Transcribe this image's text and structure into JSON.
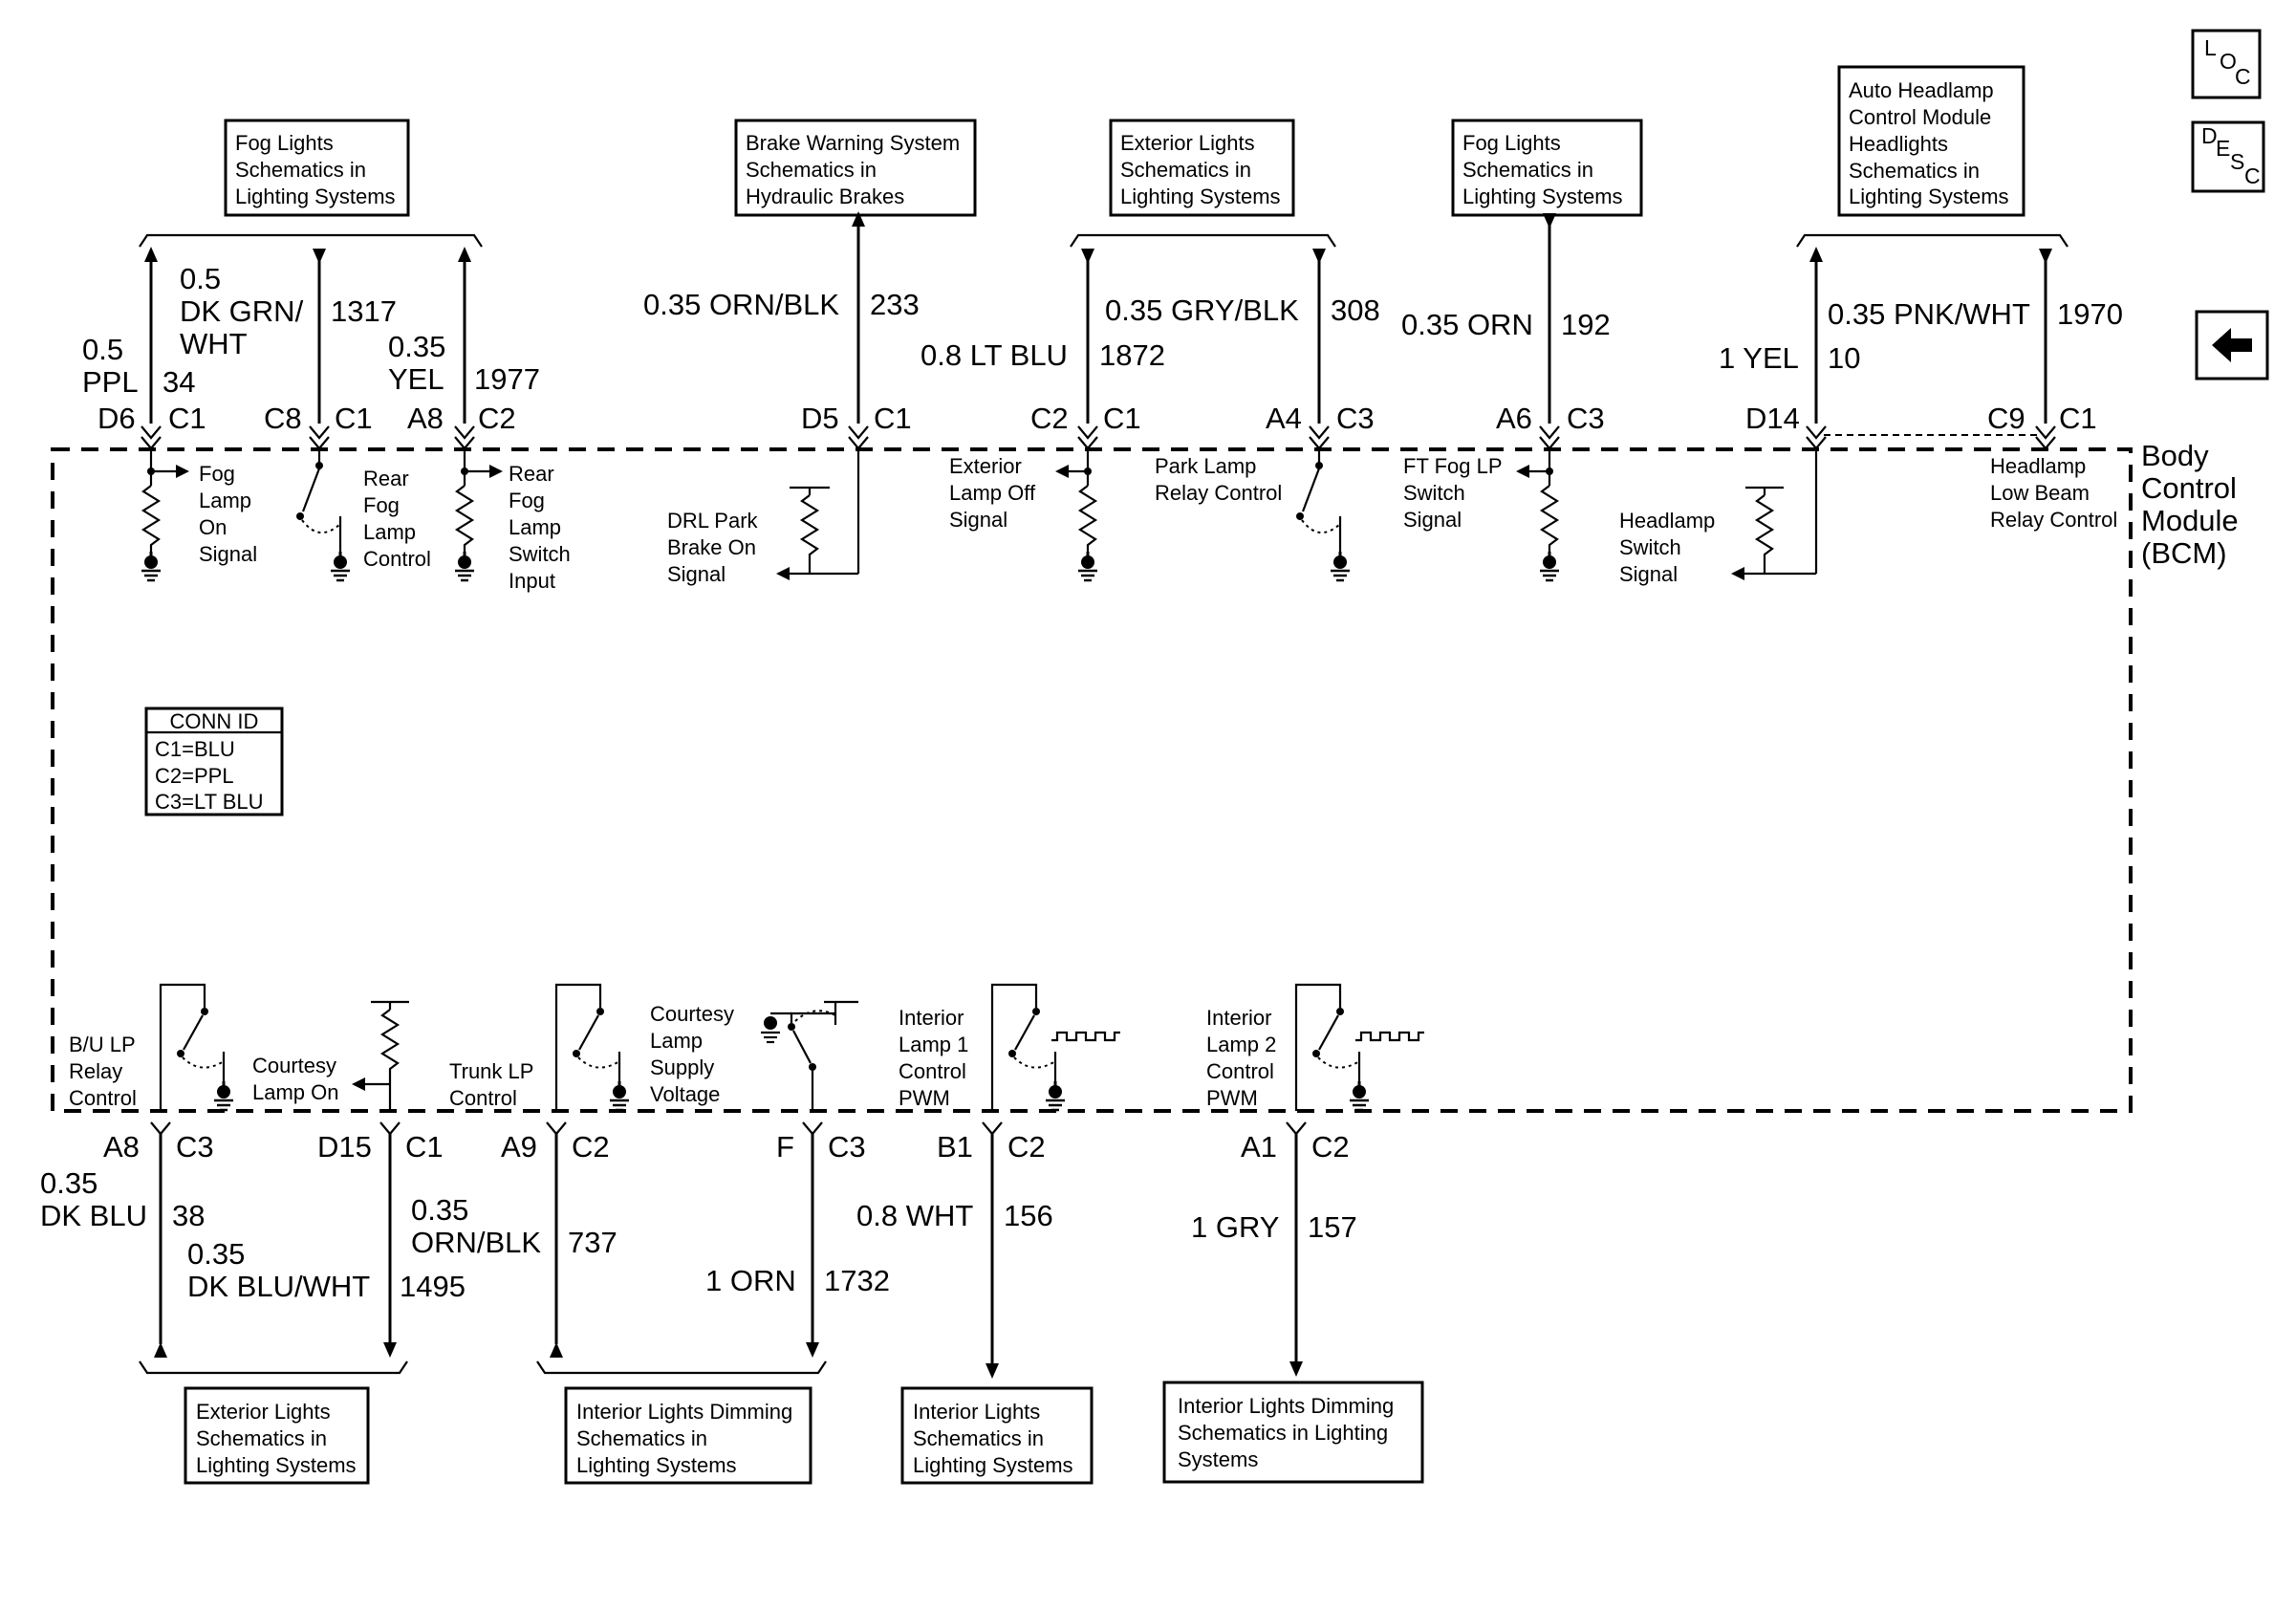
{
  "side_buttons": {
    "loc": [
      "L",
      "O",
      "C"
    ],
    "desc": [
      "D",
      "E",
      "S",
      "C"
    ],
    "back": "back-arrow-icon"
  },
  "module": {
    "lines": [
      "Body",
      "Control",
      "Module",
      "(BCM)"
    ]
  },
  "conn_id": {
    "title": "CONN ID",
    "rows": [
      "C1=BLU",
      "C2=PPL",
      "C3=LT BLU"
    ]
  },
  "refs_top": {
    "fog1": [
      "Fog Lights",
      "Schematics in",
      "Lighting Systems"
    ],
    "brake": [
      "Brake Warning System",
      "Schematics in",
      "Hydraulic Brakes"
    ],
    "ext": [
      "Exterior Lights",
      "Schematics in",
      "Lighting Systems"
    ],
    "fog2": [
      "Fog Lights",
      "Schematics in",
      "Lighting Systems"
    ],
    "auto": [
      "Auto Headlamp",
      "Control Module",
      "Headlights",
      "Schematics in",
      "Lighting Systems"
    ]
  },
  "refs_bottom": {
    "ext": [
      "Exterior Lights",
      "Schematics in",
      "Lighting Systems"
    ],
    "dim1": [
      "Interior Lights Dimming",
      "Schematics in",
      "Lighting Systems"
    ],
    "int": [
      "Interior Lights",
      "Schematics in",
      "Lighting Systems"
    ],
    "dim2": [
      "Interior Lights Dimming",
      "Schematics in Lighting",
      "Systems"
    ]
  },
  "wires_top": {
    "w34": {
      "size": "0.5",
      "color": "PPL",
      "circuit": "34",
      "pin": "D6",
      "conn": "C1"
    },
    "w1317": {
      "size": "0.5",
      "color_lines": [
        "DK GRN/",
        "WHT"
      ],
      "circuit": "1317",
      "pin": "C8",
      "conn": "C1"
    },
    "w1977": {
      "size": "0.35",
      "color": "YEL",
      "circuit": "1977",
      "pin": "A8",
      "conn": "C2"
    },
    "w233": {
      "label": "0.35 ORN/BLK",
      "circuit": "233",
      "pin": "D5",
      "conn": "C1"
    },
    "w1872": {
      "label": "0.8 LT BLU",
      "circuit": "1872",
      "pin": "C2",
      "conn": "C1"
    },
    "w308": {
      "label": "0.35 GRY/BLK",
      "circuit": "308",
      "pin": "A4",
      "conn": "C3"
    },
    "w192": {
      "label": "0.35 ORN",
      "circuit": "192",
      "pin": "A6",
      "conn": "C3"
    },
    "w10": {
      "label": "1 YEL",
      "circuit": "10",
      "pin": "D14"
    },
    "w1970": {
      "label": "0.35 PNK/WHT",
      "circuit": "1970",
      "pin": "C9",
      "conn": "C1"
    }
  },
  "wires_bottom": {
    "w38": {
      "size": "0.35",
      "color": "DK BLU",
      "circuit": "38",
      "pin": "A8",
      "conn": "C3"
    },
    "w1495": {
      "size": "0.35",
      "color": "DK BLU/WHT",
      "circuit": "1495",
      "pin": "D15",
      "conn": "C1"
    },
    "w737": {
      "size": "0.35",
      "color": "ORN/BLK",
      "circuit": "737",
      "pin": "A9",
      "conn": "C2"
    },
    "w1732": {
      "label": "1 ORN",
      "circuit": "1732",
      "pin": "F",
      "conn": "C3"
    },
    "w156": {
      "label": "0.8 WHT",
      "circuit": "156",
      "pin": "B1",
      "conn": "C2"
    },
    "w157": {
      "label": "1 GRY",
      "circuit": "157",
      "pin": "A1",
      "conn": "C2"
    }
  },
  "signals": {
    "fog_on": [
      "Fog",
      "Lamp",
      "On",
      "Signal"
    ],
    "rear_fog_ctrl": [
      "Rear",
      "Fog",
      "Lamp",
      "Control"
    ],
    "rear_fog_sw": [
      "Rear",
      "Fog",
      "Lamp",
      "Switch",
      "Input"
    ],
    "drl": [
      "DRL Park",
      "Brake On",
      "Signal"
    ],
    "ext_off": [
      "Exterior",
      "Lamp Off",
      "Signal"
    ],
    "park_relay": [
      "Park Lamp",
      "Relay Control"
    ],
    "ft_fog": [
      "FT Fog LP",
      "Switch",
      "Signal"
    ],
    "hl_switch": [
      "Headlamp",
      "Switch",
      "Signal"
    ],
    "hl_low": [
      "Headlamp",
      "Low Beam",
      "Relay Control"
    ],
    "bu_relay": [
      "B/U LP",
      "Relay",
      "Control"
    ],
    "courtesy_on": [
      "Courtesy",
      "Lamp On"
    ],
    "trunk": [
      "Trunk LP",
      "Control"
    ],
    "courtesy_supply": [
      "Courtesy",
      "Lamp",
      "Supply",
      "Voltage"
    ],
    "int1": [
      "Interior",
      "Lamp 1",
      "Control",
      "PWM"
    ],
    "int2": [
      "Interior",
      "Lamp 2",
      "Control",
      "PWM"
    ]
  }
}
